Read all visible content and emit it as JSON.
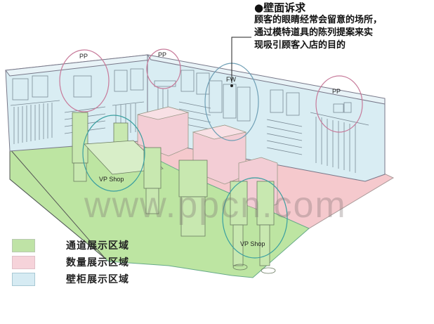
{
  "callout": {
    "title": "●壁面诉求",
    "lines": [
      "顾客的眼睛经常会留意的场所，",
      "通过模特道具的陈列提案来实",
      "现吸引顾客入店的目的"
    ]
  },
  "labels": {
    "pp_1": "PP",
    "pp_2": "PP",
    "pp_3": "PP",
    "fw": "FW",
    "vp_shop_1": "VP Shop",
    "vp_shop_2": "VP Shop"
  },
  "legend": {
    "items": [
      {
        "label": "通道展示区域",
        "color": "#bfe3a6"
      },
      {
        "label": "数量展示区域",
        "color": "#f6d3da"
      },
      {
        "label": "壁柜展示区域",
        "color": "#d6ebf3"
      }
    ]
  },
  "watermark": "www.ppcn.com",
  "colors": {
    "aisle_green": "#b9e39e",
    "volume_pink": "#f5c6cb",
    "wall_blue": "#d8ecf2",
    "pp_circle": "#c77a9a",
    "vp_circle": "#3a9fa0",
    "fw_circle": "#6f9fb5"
  }
}
